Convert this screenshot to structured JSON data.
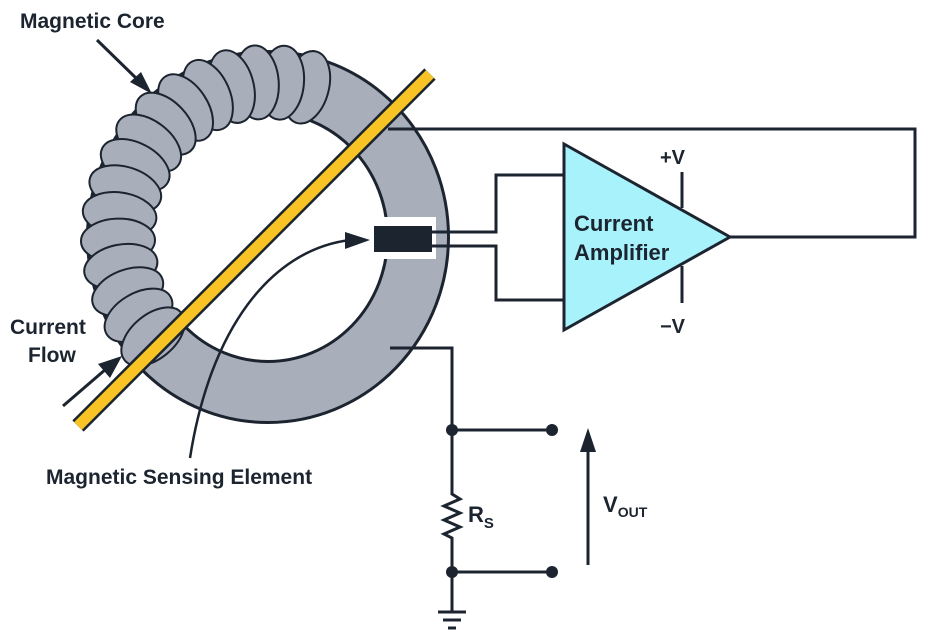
{
  "labels": {
    "magnetic_core": "Magnetic Core",
    "current_flow_line1": "Current",
    "current_flow_line2": "Flow",
    "magnetic_sensing_element": "Magnetic Sensing Element",
    "amplifier_line1": "Current",
    "amplifier_line2": "Amplifier",
    "plus_v": "+V",
    "minus_v": "−V",
    "rs_main": "R",
    "rs_sub": "S",
    "vout_main": "V",
    "vout_sub": "OUT"
  },
  "colors": {
    "core": "#a9aebb",
    "core_outline": "#1c2430",
    "conductor": "#f7c325",
    "amplifier": "#a8f3fb",
    "ink": "#1c2430"
  }
}
